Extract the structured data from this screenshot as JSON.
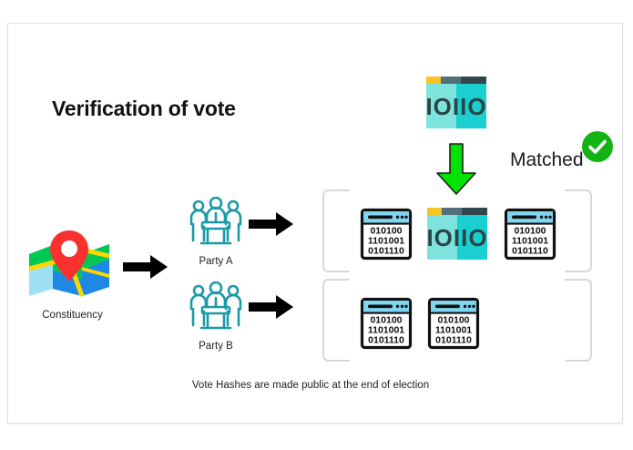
{
  "slide": {
    "title": "Verification of vote",
    "background_color": "#ffffff",
    "border_color": "#e2e2e2"
  },
  "constituency": {
    "icon": "map-pin-icon",
    "label": "Constituency"
  },
  "parties": [
    {
      "icon": "podium-people-icon",
      "label": "Party A",
      "arrow": "black-right-arrow-icon"
    },
    {
      "icon": "podium-people-icon",
      "label": "Party B",
      "arrow": "black-right-arrow-icon"
    }
  ],
  "flow_arrows": {
    "constituency_arrow": "black-right-arrow-icon",
    "verification_arrow": "green-down-arrow-icon"
  },
  "reference_hash": {
    "icon": "cyan-binary-window-icon",
    "binary_text": "IOIIO",
    "tab_color": "#f7c325",
    "titlebar_color": "#3d5156",
    "body_color_light": "#7fe3dd",
    "body_color_dark": "#19cfcf",
    "digit_color": "#2a4548"
  },
  "hash_rows": [
    {
      "row_name": "party-a-hash-row",
      "bracket_color": "#d8d8d8",
      "items": [
        {
          "icon": "binary-hash-window-icon",
          "type": "hash",
          "lines": [
            "010100",
            "1101001",
            "0101110"
          ]
        },
        {
          "icon": "cyan-binary-window-icon",
          "type": "match",
          "binary_text": "IOIIO"
        },
        {
          "icon": "binary-hash-window-icon",
          "type": "hash",
          "lines": [
            "010100",
            "1101001",
            "0101110"
          ]
        }
      ]
    },
    {
      "row_name": "party-b-hash-row",
      "bracket_color": "#d8d8d8",
      "items": [
        {
          "icon": "binary-hash-window-icon",
          "type": "hash",
          "lines": [
            "010100",
            "1101001",
            "0101110"
          ]
        },
        {
          "icon": "binary-hash-window-icon",
          "type": "hash",
          "lines": [
            "010100",
            "1101001",
            "0101110"
          ]
        }
      ]
    }
  ],
  "matched": {
    "label": "Matched",
    "icon": "green-check-circle-icon",
    "color": "#12b312"
  },
  "caption": "Vote Hashes are made public at the end of election",
  "colors": {
    "teal": "#1a9aa8",
    "green": "#00e200",
    "green_check": "#12b312",
    "hash_titlebar": "#7fd4f0",
    "black": "#000000"
  }
}
